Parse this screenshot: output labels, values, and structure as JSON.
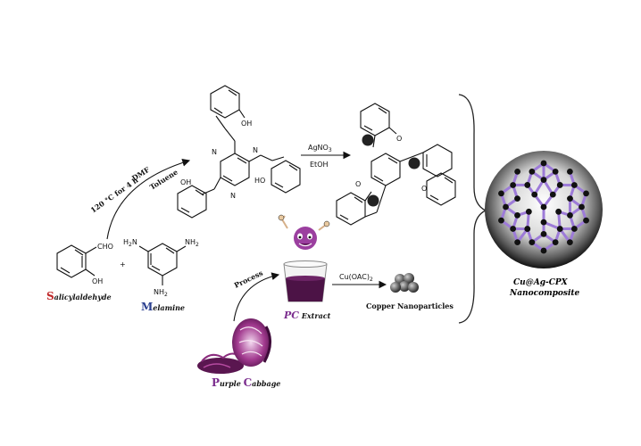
{
  "reagents": {
    "salicylaldehyde": {
      "name": "Salicylaldehyde",
      "initial": "S",
      "rest": "alicylaldehyde",
      "cho": "CHO",
      "oh": "OH"
    },
    "melamine": {
      "name": "Melamine",
      "initial": "M",
      "rest": "elamine",
      "nh2": "NH",
      "sub2": "2",
      "h2n": "H",
      "h2n_sub": "2",
      "h2n_n": "N"
    },
    "plus": "+"
  },
  "step1": {
    "conditions_top": "DMF",
    "conditions_mid": "Toluene",
    "temp": "120 °C  for 4 h"
  },
  "ligand": {
    "oh": "OH",
    "ho": "HO",
    "n": "N"
  },
  "step2": {
    "reagent": "AgNO",
    "reagent_sub": "3",
    "solvent": "EtOH"
  },
  "complex": {
    "o": "O"
  },
  "cabbage": {
    "initial1": "P",
    "rest1": "urple ",
    "initial2": "C",
    "rest2": "abbage",
    "process": "Process"
  },
  "extract": {
    "initial": "PC",
    "rest": " Extract"
  },
  "step3": {
    "reagent": "Cu(OAC)",
    "reagent_sub": "2"
  },
  "copper": {
    "label": "Copper Nanoparticles"
  },
  "product": {
    "line1": "Cu@Ag-CPX",
    "line2": "Nanocomposite"
  },
  "colors": {
    "red_initial": "#c0282a",
    "blue_initial": "#2a3f8f",
    "purple": "#7b2d8e",
    "cage": "#9d7bd8"
  }
}
